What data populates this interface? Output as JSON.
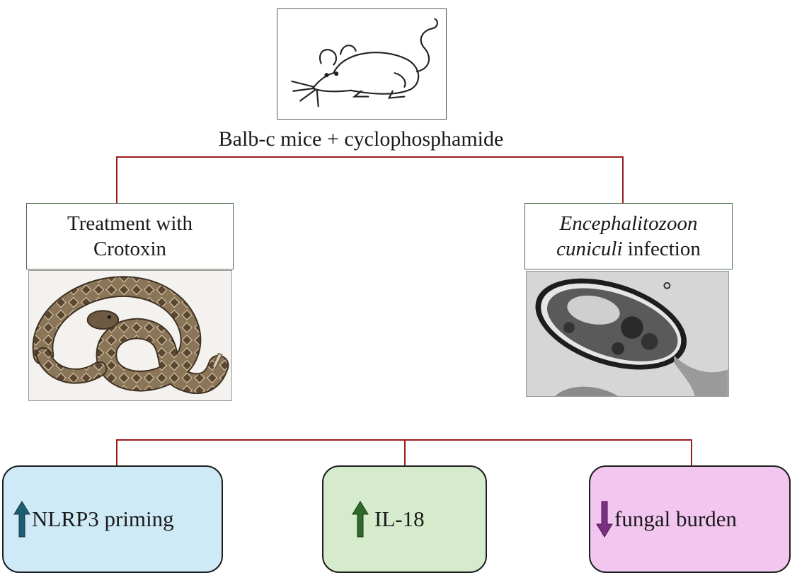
{
  "root": {
    "caption": "Balb-c mice + cyclophosphamide",
    "image": "mouse-sketch-icon"
  },
  "treatment": {
    "line1": "Treatment with",
    "line2": "Crotoxin",
    "image": "rattlesnake-photo"
  },
  "infection": {
    "line1_italic": "Encephalitozoon",
    "line2_italic": "cuniculi",
    "line2_rest": " infection",
    "image": "microsporidia-spore-micrograph"
  },
  "outcomes": [
    {
      "label": "NLRP3 priming",
      "direction": "up",
      "icon": "up-arrow-icon",
      "color": "#1f5d73",
      "bg": "#cfeaf7"
    },
    {
      "label": "IL-18",
      "direction": "up",
      "icon": "up-arrow-icon",
      "color": "#2e6b2b",
      "bg": "#d5ebcc"
    },
    {
      "label": "fungal burden",
      "direction": "down",
      "icon": "down-arrow-icon",
      "color": "#7a2f80",
      "bg": "#f3c6ef"
    }
  ],
  "colors": {
    "connector": "#9b1c1c",
    "box_border": "#4d6b4d"
  }
}
